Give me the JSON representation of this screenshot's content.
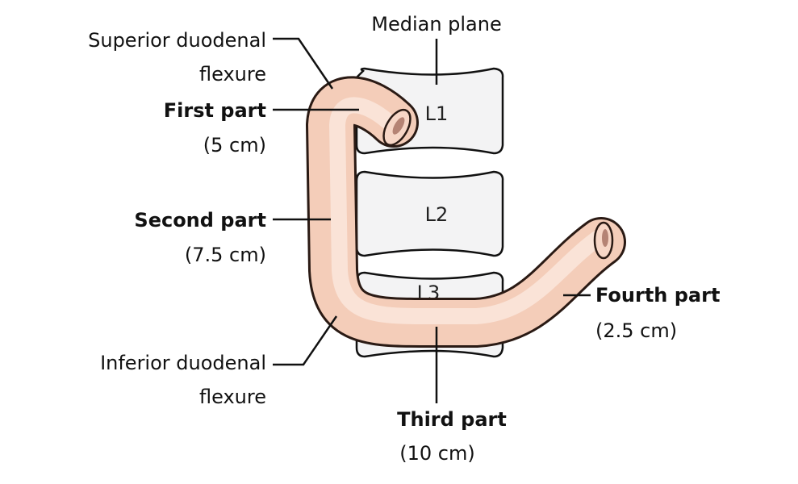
{
  "diagram": {
    "labels": {
      "median_plane": "Median plane",
      "superior_flexure_1": "Superior duodenal",
      "superior_flexure_2": "flexure",
      "first_part": "First part",
      "first_part_len": "(5 cm)",
      "second_part": "Second part",
      "second_part_len": "(7.5 cm)",
      "inferior_flexure_1": "Inferior duodenal",
      "inferior_flexure_2": "flexure",
      "third_part": "Third part",
      "third_part_len": "(10 cm)",
      "fourth_part": "Fourth part",
      "fourth_part_len": "(2.5 cm)"
    },
    "vertebrae": [
      "L1",
      "L2",
      "L3"
    ],
    "colors": {
      "duodenum": "#f6d3c2",
      "outline": "#2a1a14",
      "vertebra": "#f3f3f4"
    }
  }
}
